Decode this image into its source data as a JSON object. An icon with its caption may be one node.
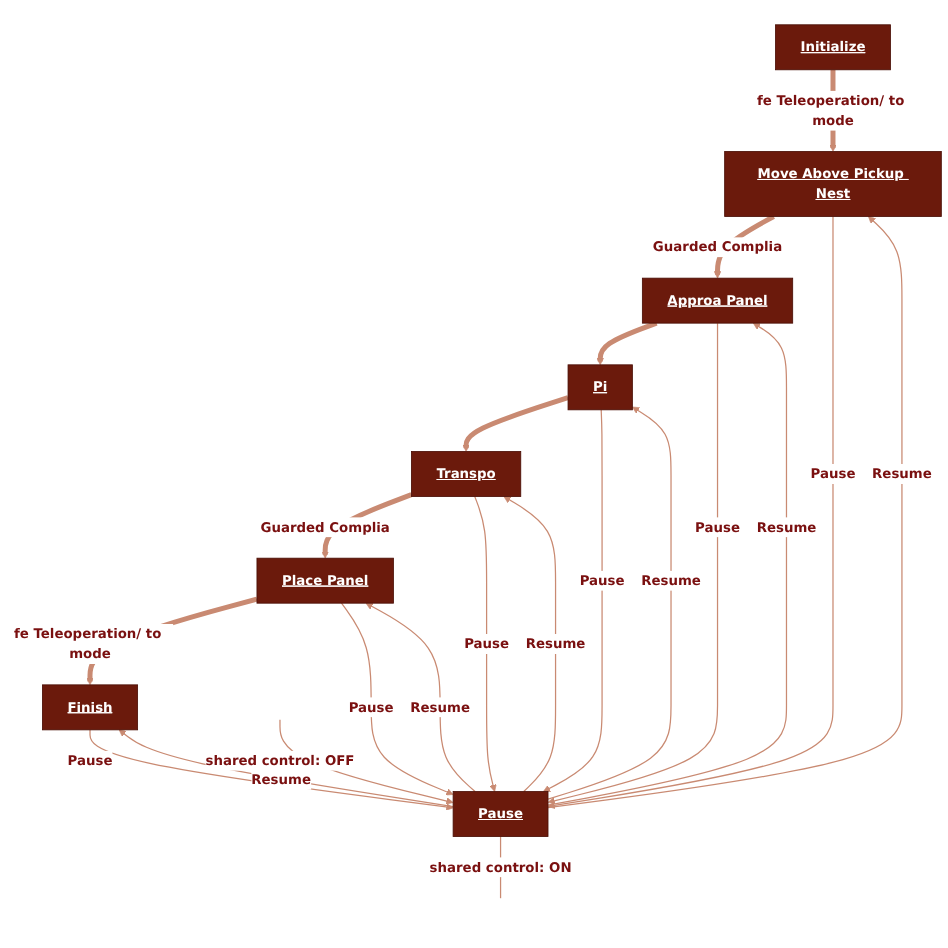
{
  "diagram": {
    "nodes": [
      {
        "text": [
          "Move Above Pickup Nest"
        ]
      },
      {
        "text": [
          "Initialize"
        ]
      },
      {
        "text": [
          "Approa Panel"
        ]
      },
      {
        "text": [
          "Pause"
        ]
      },
      {
        "text": [
          "Pi"
        ]
      },
      {
        "text": [
          "Finish"
        ]
      },
      {
        "text": [
          "Transpo"
        ]
      },
      {
        "text": [
          "Place Panel"
        ]
      }
    ],
    "edges": [
      {
        "from": 1,
        "to": 0,
        "arrow": "to",
        "label": "fe Teleoperation/ to mode",
        "style": "thick"
      },
      {
        "from": 0,
        "to": 2,
        "arrow": "to",
        "label": "Guarded Complia",
        "style": "thick"
      },
      {
        "from": 2,
        "to": 4,
        "arrow": "to",
        "style": "thick"
      },
      {
        "from": 4,
        "to": 6,
        "arrow": "to",
        "style": "thick"
      },
      {
        "from": 6,
        "to": 7,
        "arrow": "to",
        "label": "Guarded Complia",
        "style": "thick"
      },
      {
        "from": 7,
        "to": 5,
        "arrow": "to",
        "label": "fe Teleoperation/ to mode",
        "style": "thick"
      },
      {
        "from": 0,
        "to": 3,
        "arrow": "to",
        "label": "Pause"
      },
      {
        "from": 3,
        "to": 0,
        "arrow": "to",
        "label": "Resume"
      },
      {
        "from": 2,
        "to": 3,
        "arrow": "to",
        "label": "Pause"
      },
      {
        "from": 3,
        "to": 2,
        "arrow": "to",
        "label": "Resume"
      },
      {
        "from": 4,
        "to": 3,
        "arrow": "to",
        "label": "Pause"
      },
      {
        "from": 3,
        "to": 4,
        "arrow": "to",
        "label": "Resume"
      },
      {
        "from": 6,
        "to": 3,
        "arrow": "to",
        "label": "Pause"
      },
      {
        "from": 3,
        "to": 6,
        "arrow": "to",
        "label": "Resume"
      },
      {
        "from": 7,
        "to": 3,
        "arrow": "to",
        "label": "Pause"
      },
      {
        "from": 3,
        "to": 7,
        "arrow": "to",
        "label": "Resume"
      },
      {
        "from": 5,
        "to": 3,
        "arrow": "to",
        "label": "Pause"
      },
      {
        "from": 3,
        "to": 5,
        "arrow": "to",
        "label": "Resume"
      },
      {
        "from": 3,
        "to": null,
        "arrow": "none",
        "label": "shared control: ON"
      },
      {
        "from": null,
        "to": 3,
        "arrow": "to",
        "label": "shared control: OFF"
      }
    ]
  }
}
